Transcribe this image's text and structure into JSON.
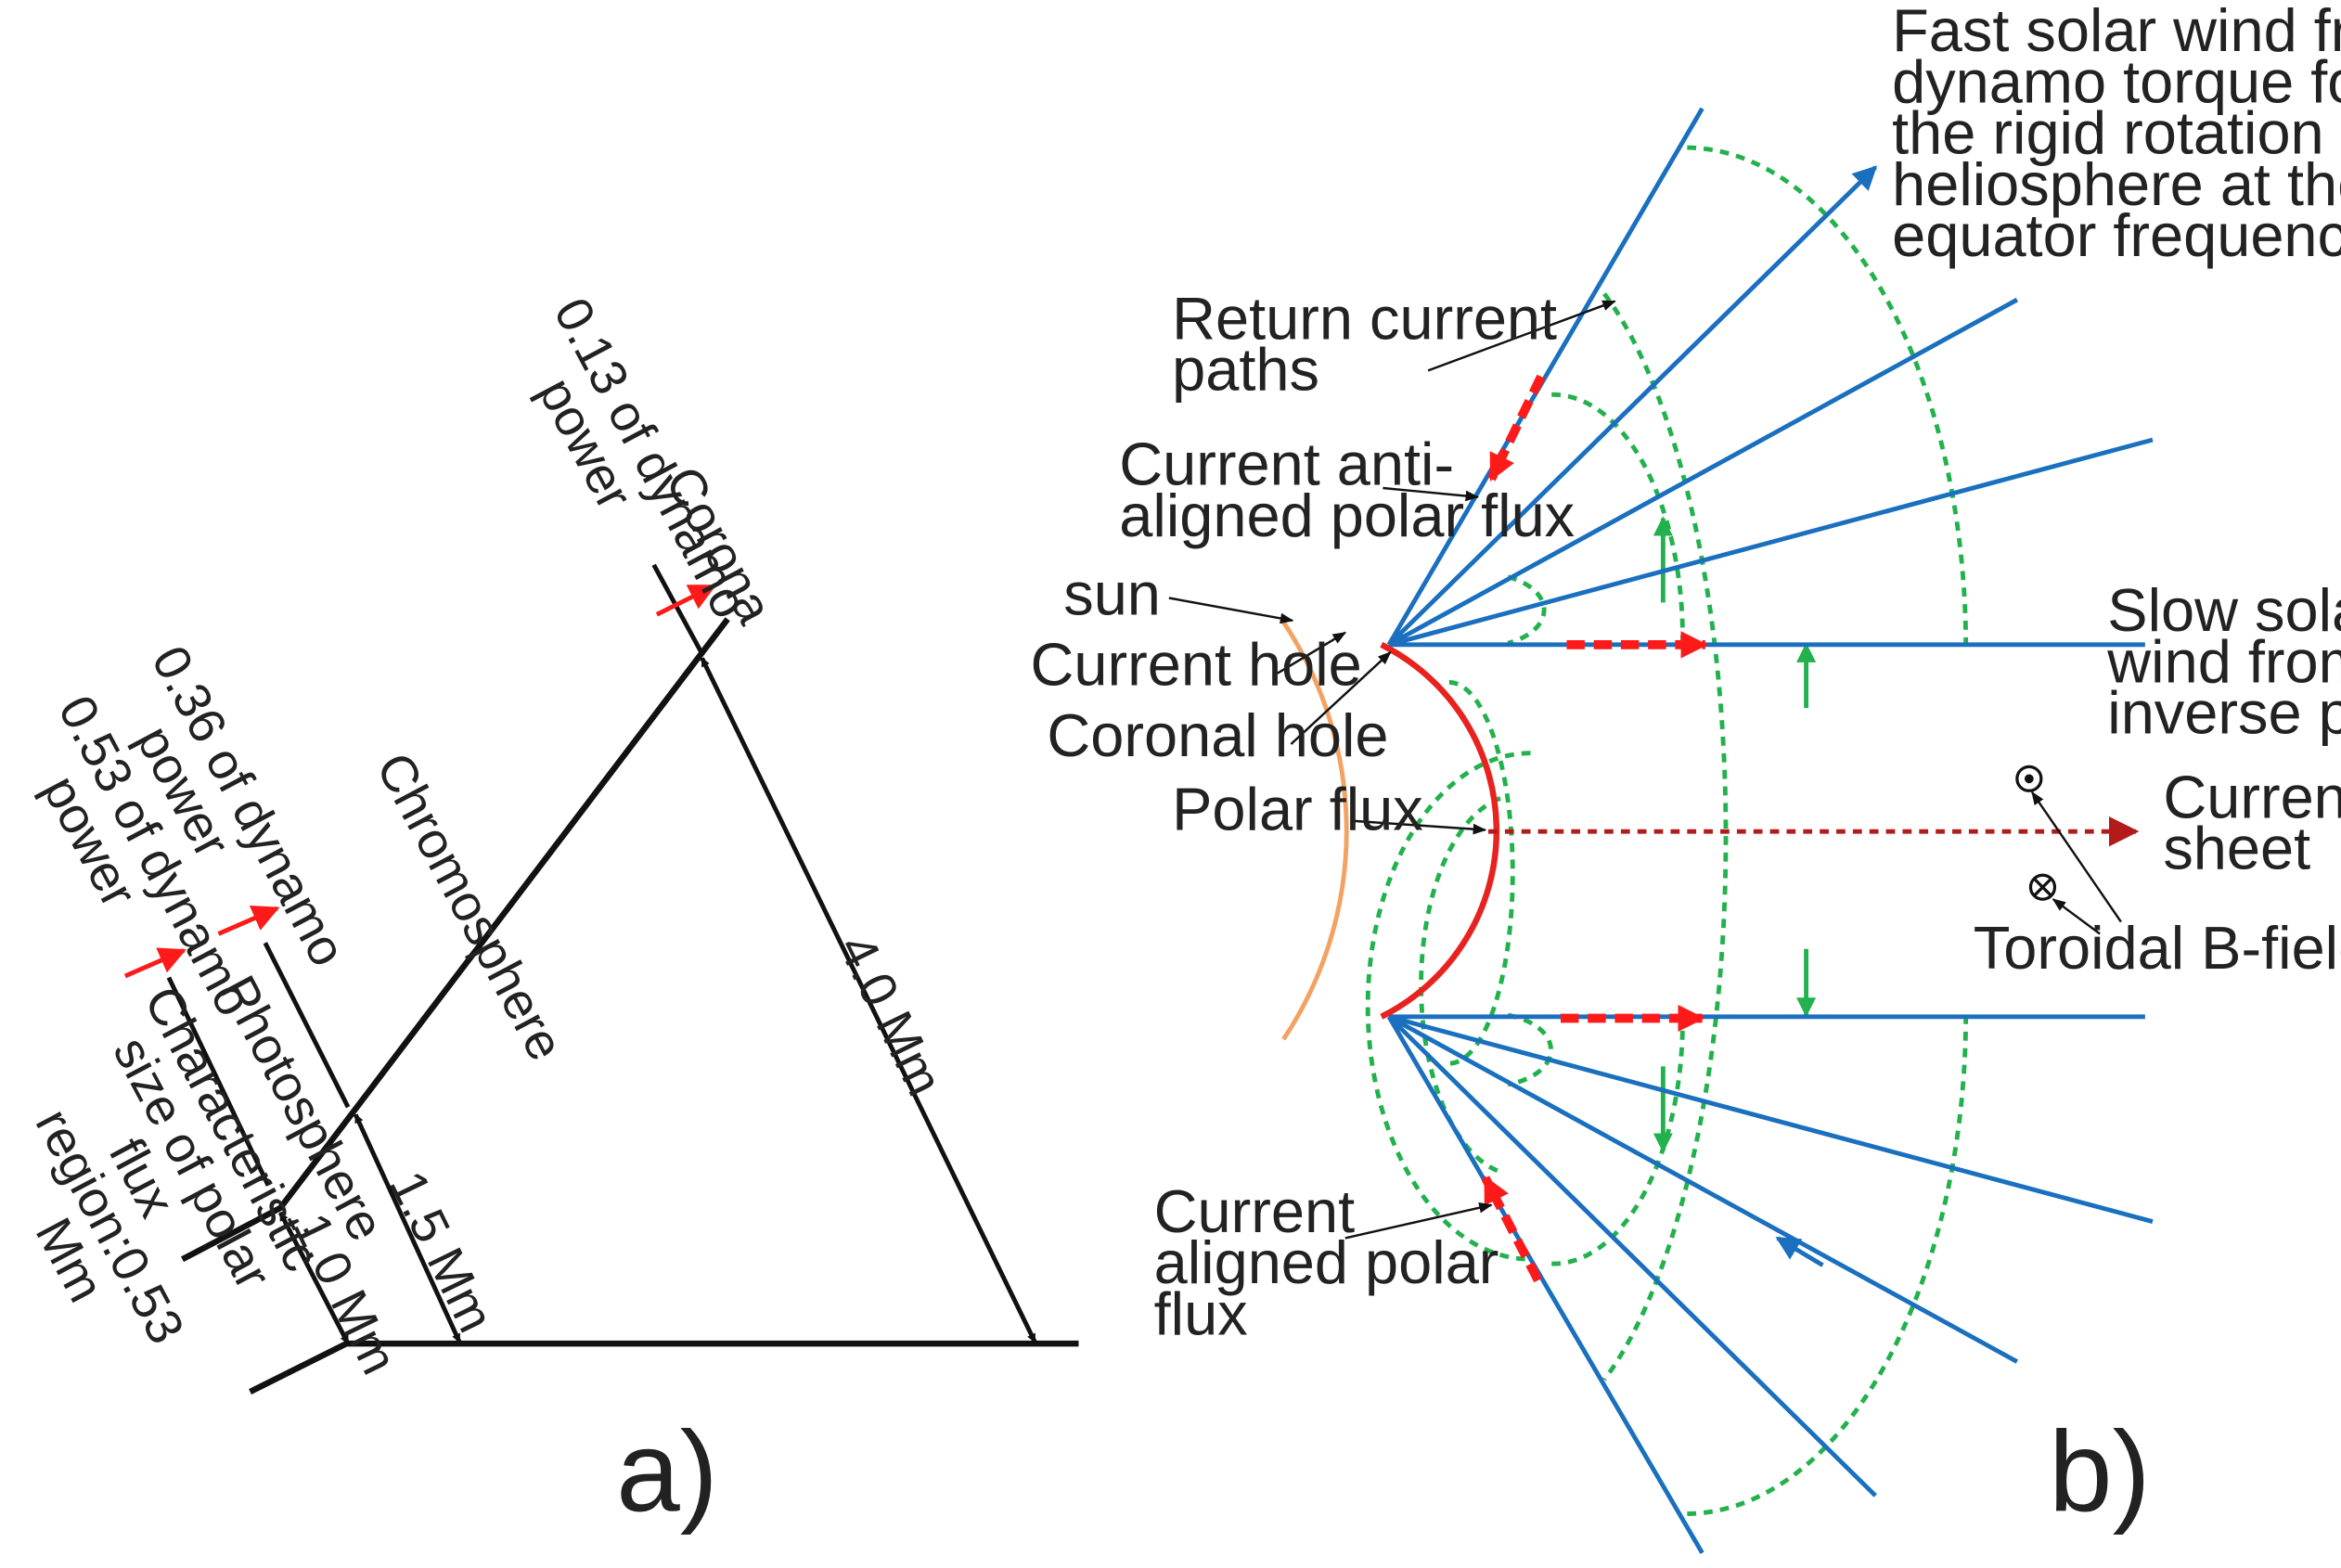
{
  "colors": {
    "black": "#111111",
    "red_arrow": "#ff1a1a",
    "blue_field": "#1a6fbf",
    "green_current": "#22b14c",
    "orange_sun": "#f4a261",
    "red_polar": "#e8231f",
    "dark_red_sheet": "#b31b1b"
  },
  "panel_a": {
    "label": "a)",
    "corona": "Corona",
    "corona_power_line1": "0.13 of dynamo",
    "corona_power_line2": "power",
    "chromosphere": "Chromosphere",
    "photosphere": "Photosphere",
    "chromo_power_line1": "0.36 of dynamo",
    "chromo_power_line2": "power",
    "photo_power_line1": "0.53 of dynamo",
    "photo_power_line2": "power",
    "characteristic_lines": [
      "Characteristic",
      "size of polar",
      "flux",
      "region:0.53",
      "Mm"
    ],
    "dim_4_0": "4.0 Mm",
    "dim_1_5": "1.5 Mm",
    "dim_1_0": "1.0 Mm"
  },
  "panel_b": {
    "label": "b)",
    "fast_wind_lines": [
      "Fast solar wind from",
      "dynamo torque forcing",
      "the rigid rotation of the",
      "heliosphere at the solar",
      "equator frequency"
    ],
    "return_current_lines": [
      "Return current",
      "paths"
    ],
    "anti_aligned_lines": [
      "Current anti-",
      "aligned polar flux"
    ],
    "sun": "sun",
    "current_hole": "Current hole",
    "coronal_hole": "Coronal hole",
    "polar_flux": "Polar flux",
    "slow_wind_lines": [
      "Slow solar",
      "wind from",
      "inverse pinch"
    ],
    "current_sheet_lines": [
      "Current",
      "sheet"
    ],
    "toroidal": "Toroidal B-field",
    "aligned_lines": [
      "Current",
      "aligned polar",
      "flux"
    ]
  }
}
